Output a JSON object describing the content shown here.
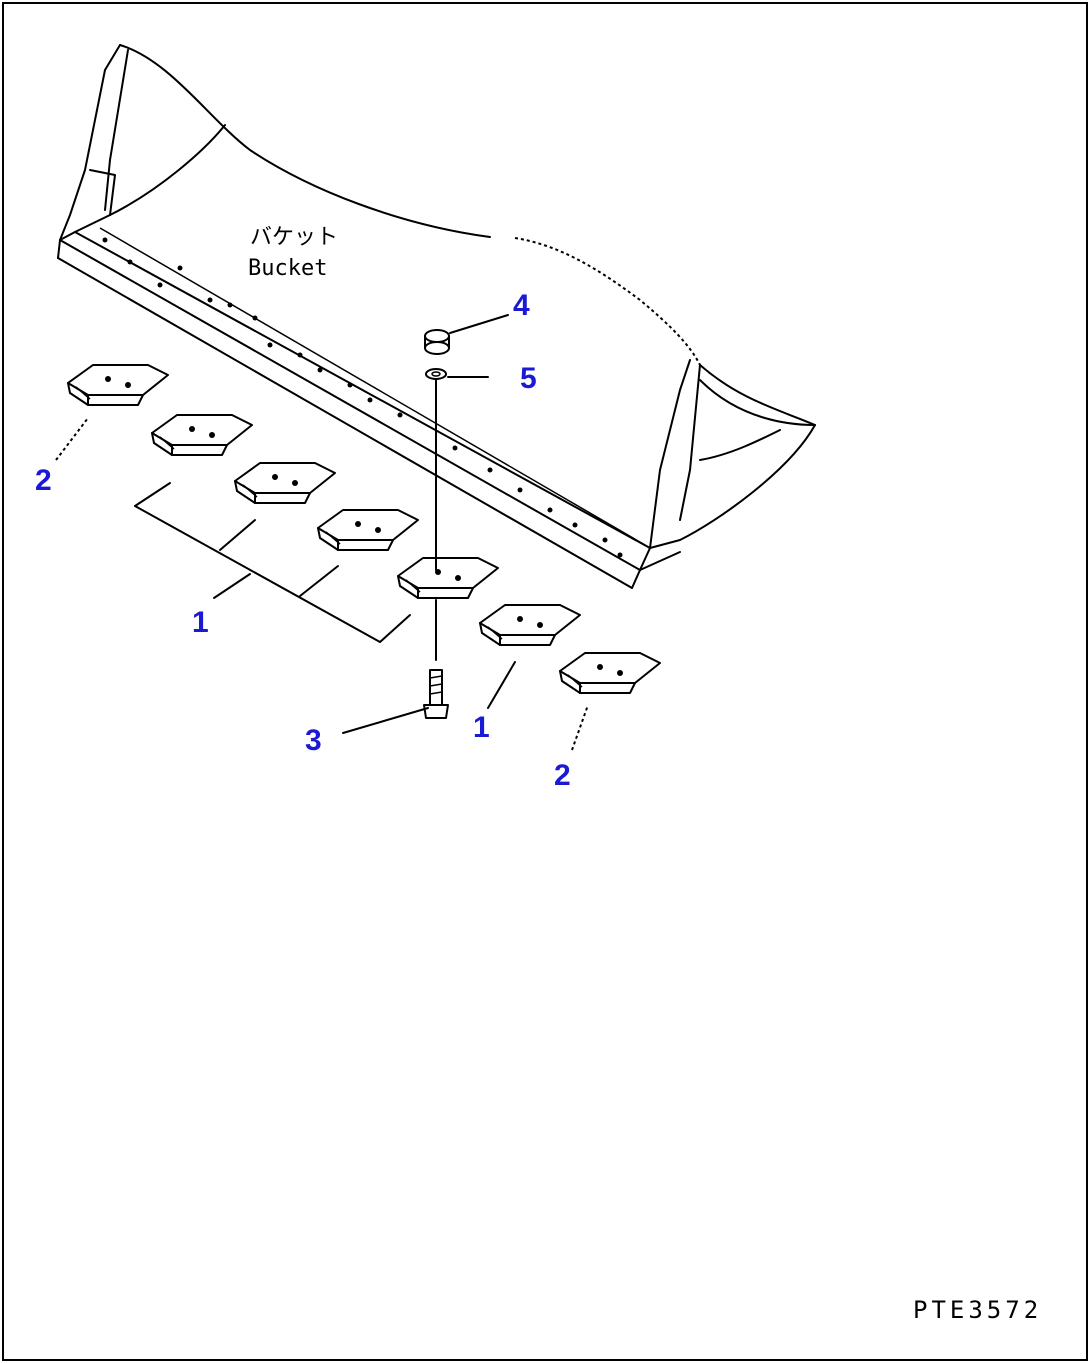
{
  "drawing": {
    "code": "PTE3572",
    "part_label_jp": "バケット",
    "part_label_en": "Bucket"
  },
  "callouts": {
    "c1_left": "1",
    "c1_right": "1",
    "c2_left": "2",
    "c2_right": "2",
    "c3": "3",
    "c4": "4",
    "c5": "5"
  }
}
